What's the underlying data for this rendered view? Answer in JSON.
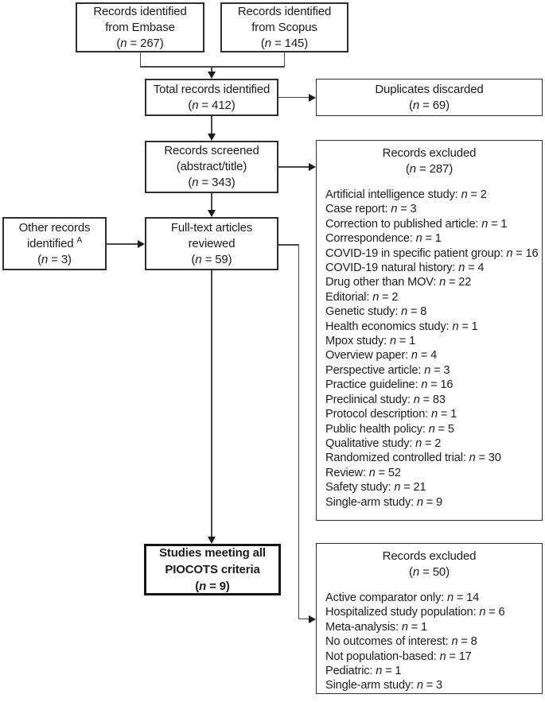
{
  "figure": {
    "type": "flow-diagram",
    "colors": {
      "line": "#474747",
      "border": "#2f2f2f",
      "text": "#1c1c1c",
      "background": "#ffffff"
    }
  },
  "boxes": {
    "embase": {
      "lines": [
        "Records identified",
        "from Embase",
        "(n = 267)"
      ]
    },
    "scopus": {
      "lines": [
        "Records identified",
        "from Scopus",
        "(n = 145)"
      ]
    },
    "total": {
      "lines": [
        "Total records identified",
        "(n = 412)"
      ]
    },
    "duplicates": {
      "lines": [
        "Duplicates discarded",
        "(n = 69)"
      ]
    },
    "screened": {
      "lines": [
        "Records screened",
        "(abstract/title)",
        "(n = 343)"
      ]
    },
    "other": {
      "lines": [
        "Other records",
        "identified ^A",
        "(n = 3)"
      ]
    },
    "fulltext": {
      "lines": [
        "Full-text articles",
        "reviewed",
        "(n = 59)"
      ]
    },
    "studies": {
      "lines": [
        "Studies meeting all",
        "PIOCOTS criteria",
        "(n = 9)"
      ]
    },
    "excluded_screening": {
      "header": [
        "Records excluded",
        "(n = 287)"
      ],
      "items": [
        "Artificial intelligence study: n = 2",
        "Case report: n = 3",
        "Correction to published article: n = 1",
        "Correspondence: n = 1",
        "COVID-19 in specific patient group: n = 16",
        "COVID-19 natural history: n = 4",
        "Drug other than MOV: n = 22",
        "Editorial: n = 2",
        "Genetic study: n = 8",
        "Health economics study: n = 1",
        "Mpox study: n = 1",
        "Overview paper: n = 4",
        "Perspective article: n = 3",
        "Practice guideline: n = 16",
        "Preclinical study: n = 83",
        "Protocol description: n = 1",
        "Public health policy: n = 5",
        "Qualitative study: n = 2",
        "Randomized controlled trial: n = 30",
        "Review: n = 52",
        "Safety study: n = 21",
        "Single-arm study: n = 9"
      ]
    },
    "excluded_fulltext": {
      "header": [
        "Records excluded",
        "(n = 50)"
      ],
      "items": [
        "Active comparator only: n = 14",
        "Hospitalized study population: n = 6",
        "Meta-analysis: n = 1",
        "No outcomes of interest: n = 8",
        "Not population-based: n = 17",
        "Pediatric: n = 1",
        "Single-arm study: n = 3"
      ]
    }
  }
}
